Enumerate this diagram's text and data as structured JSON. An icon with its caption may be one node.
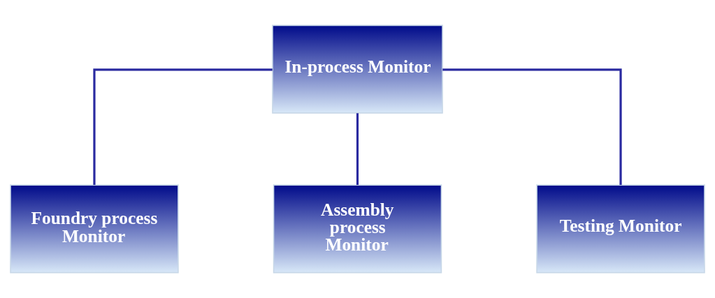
{
  "diagram": {
    "nodes": [
      {
        "text": [
          "In-process Monitor"
        ]
      },
      {
        "text": [
          "Foundry process Monitor"
        ]
      },
      {
        "text": [
          "Assembly process Monitor"
        ]
      },
      {
        "text": [
          "Testing Monitor"
        ]
      }
    ],
    "edges": [
      {
        "from": 0,
        "to": 1,
        "arrow": "none"
      },
      {
        "from": 0,
        "to": 2,
        "arrow": "none"
      },
      {
        "from": 0,
        "to": 3,
        "arrow": "none"
      }
    ]
  }
}
